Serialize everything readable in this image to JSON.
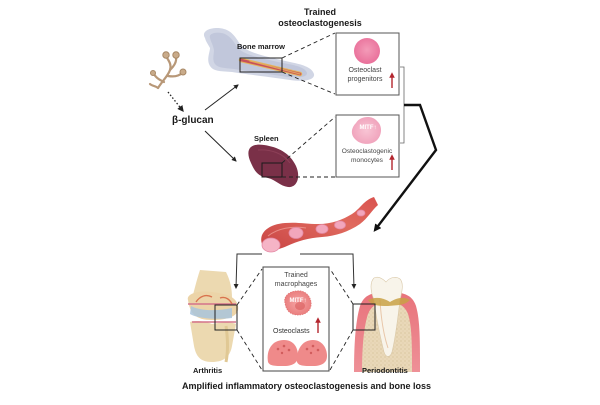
{
  "figure": {
    "top_title": "Trained osteoclastogenesis",
    "top_title_lines": [
      "Trained",
      "osteoclastogenesis"
    ],
    "stimulus": {
      "label": "β-glucan",
      "icon": "fungus-icon"
    },
    "organs": {
      "bone_marrow": {
        "label": "Bone marrow",
        "icon": "femur-bone-icon"
      },
      "spleen": {
        "label": "Spleen",
        "icon": "spleen-icon"
      },
      "blood_vessel": {
        "icon": "blood-vessel-icon"
      }
    },
    "inset_boxes": {
      "progenitors": {
        "lines": [
          "Osteoclast",
          "progenitors"
        ],
        "trend": "up",
        "cell_icon": "progenitor-cell-icon"
      },
      "monocytes": {
        "lines": [
          "Osteoclastogenic",
          "monocytes"
        ],
        "cell_marker": "MITF↑",
        "trend": "up",
        "cell_icon": "monocyte-cell-icon"
      },
      "macrophages": {
        "lines": [
          "Trained",
          "macrophages"
        ],
        "cell_marker": "MITF↑",
        "osteoclasts_label": "Osteoclasts",
        "trend": "up",
        "cell_icon": "macrophage-cell-icon"
      }
    },
    "diseases": {
      "arthritis": {
        "label": "Arthritis",
        "icon": "knee-joint-icon"
      },
      "periodontitis": {
        "label": "Periodontitis",
        "icon": "tooth-icon"
      }
    },
    "bottom_caption": "Amplified inflammatory osteoclastogenesis and bone loss",
    "colors": {
      "trend_arrow": "#b3262e",
      "progenitor_cell": "#ec7fa3",
      "monocyte_cell": "#f5b8cc",
      "spleen": "#7a3048",
      "vessel": "#d9534f",
      "fungus": "#b89878",
      "bone_halo": "#c9cfe0",
      "osteoclast": "#ef8a8a",
      "knee_bone": "#ecd9b0",
      "gum": "#e46a73",
      "tooth": "#f8f4ea"
    }
  }
}
